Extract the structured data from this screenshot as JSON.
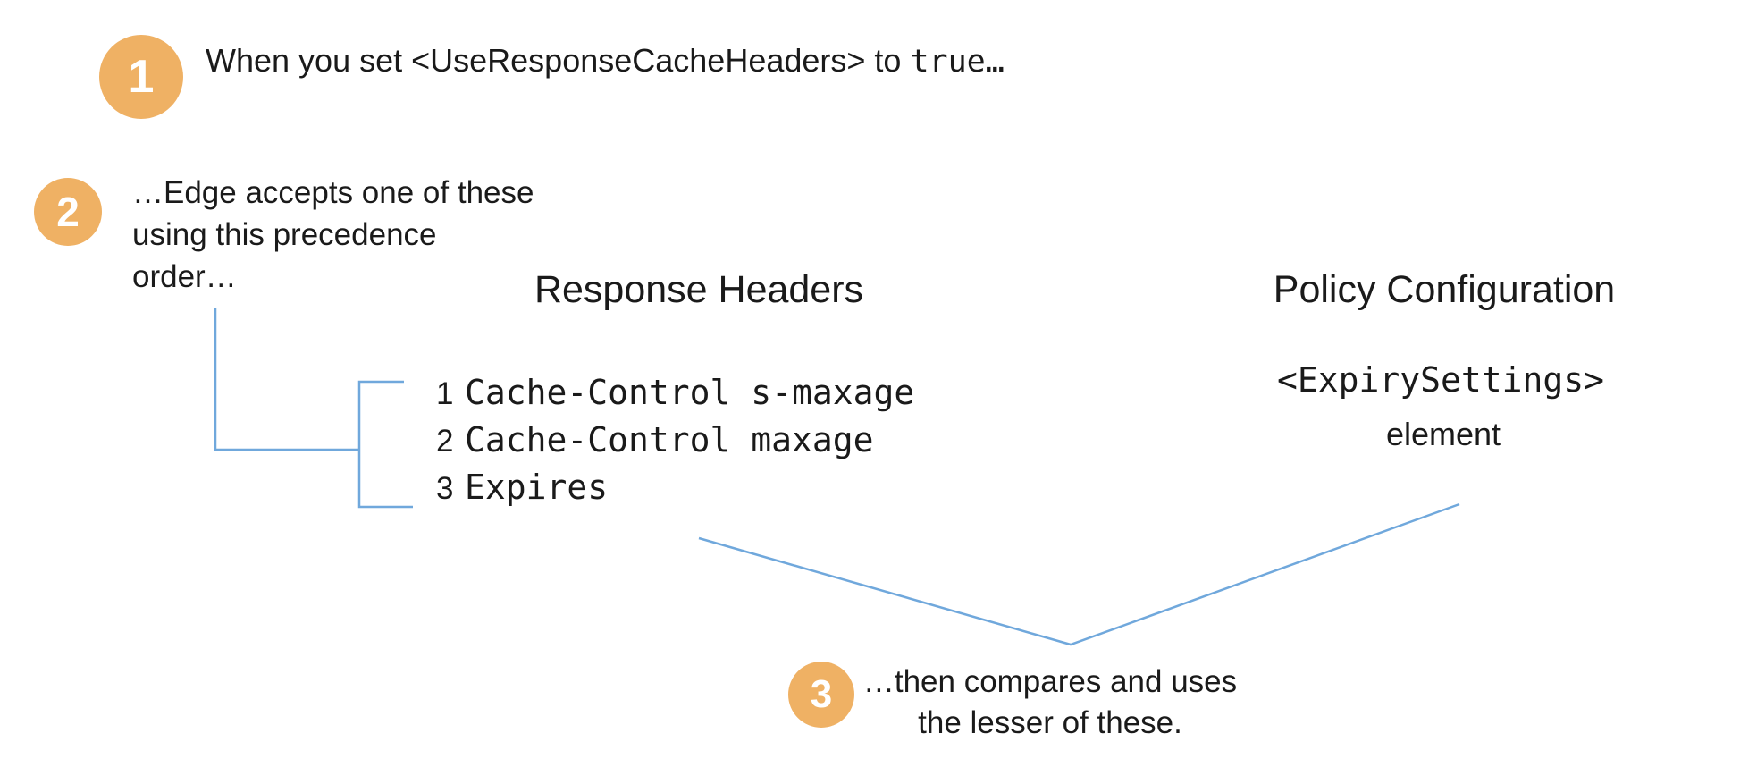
{
  "diagram": {
    "topic": "response-cache-headers-precedence",
    "colors": {
      "accent_orange": "#EFB164",
      "connector_blue": "#70A8DC",
      "text": "#1A1A1A",
      "badge_text": "#FFFFFF",
      "background": "#FFFFFF"
    },
    "steps": [
      {
        "number": "1",
        "text_prefix": "When you set <UseResponseCacheHeaders> to ",
        "text_code": "true…"
      },
      {
        "number": "2",
        "lines": [
          "…Edge accepts one of these",
          "using this precedence",
          "order…"
        ]
      },
      {
        "number": "3",
        "lines": [
          "…then compares and uses",
          "the lesser of these."
        ]
      }
    ],
    "response_headers": {
      "title": "Response Headers",
      "items": [
        {
          "rank": "1",
          "value": "Cache-Control s-maxage"
        },
        {
          "rank": "2",
          "value": "Cache-Control maxage"
        },
        {
          "rank": "3",
          "value": "Expires"
        }
      ]
    },
    "policy_configuration": {
      "title": "Policy Configuration",
      "code": "<ExpirySettings>",
      "caption": "element"
    }
  }
}
